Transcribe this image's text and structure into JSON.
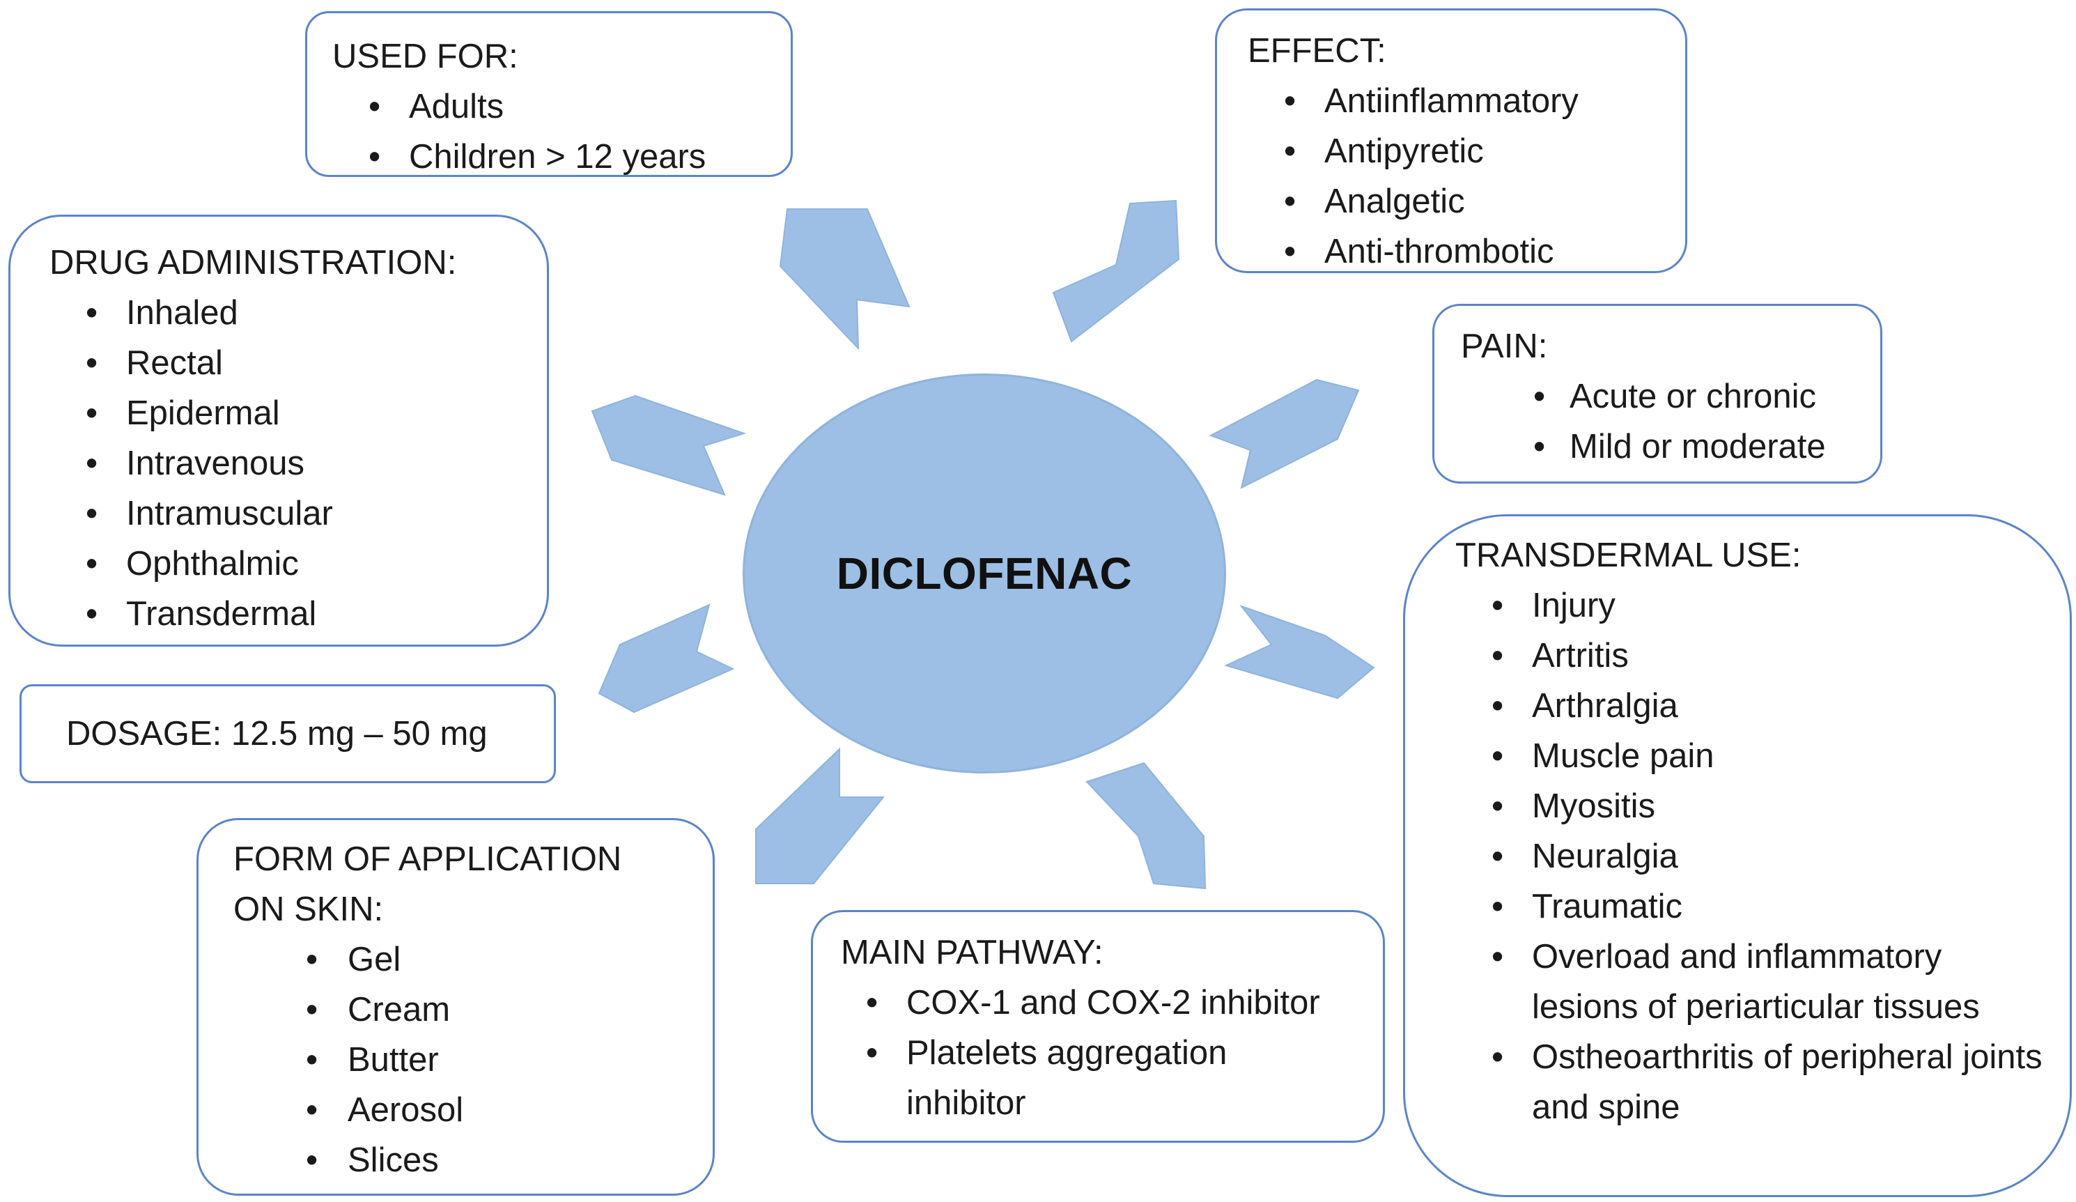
{
  "center": {
    "label": "DICLOFENAC",
    "fill": "#9dbfe5"
  },
  "colors": {
    "box_border": "#5b84c9",
    "arrow_fill": "#9dbfe5"
  },
  "used_for": {
    "title": "USED FOR:",
    "items": [
      "Adults",
      "Children > 12 years"
    ]
  },
  "effect": {
    "title": "EFFECT:",
    "items": [
      "Antiinflammatory",
      "Antipyretic",
      "Analgetic",
      "Anti-thrombotic"
    ]
  },
  "drug_administration": {
    "title": "DRUG ADMINISTRATION:",
    "items": [
      "Inhaled",
      "Rectal",
      "Epidermal",
      "Intravenous",
      "Intramuscular",
      "Ophthalmic",
      "Transdermal"
    ]
  },
  "pain": {
    "title": "PAIN:",
    "items": [
      "Acute or chronic",
      "Mild or moderate"
    ]
  },
  "transdermal_use": {
    "title": "TRANSDERMAL USE:",
    "items": [
      "Injury",
      "Artritis",
      "Arthralgia",
      "Muscle pain",
      "Myositis",
      "Neuralgia",
      "Traumatic",
      "Overload and inflammatory lesions of periarticular tissues",
      "Ostheoarthritis of peripheral joints and spine"
    ]
  },
  "dosage": {
    "text": "DOSAGE: 12.5 mg – 50 mg"
  },
  "form_of_application": {
    "title_line1": "FORM OF APPLICATION",
    "title_line2": "ON SKIN:",
    "items": [
      "Gel",
      "Cream",
      "Butter",
      "Aerosol",
      "Slices"
    ]
  },
  "main_pathway": {
    "title": "MAIN PATHWAY:",
    "items": [
      "COX-1 and COX-2 inhibitor",
      "Platelets aggregation inhibitor"
    ]
  }
}
